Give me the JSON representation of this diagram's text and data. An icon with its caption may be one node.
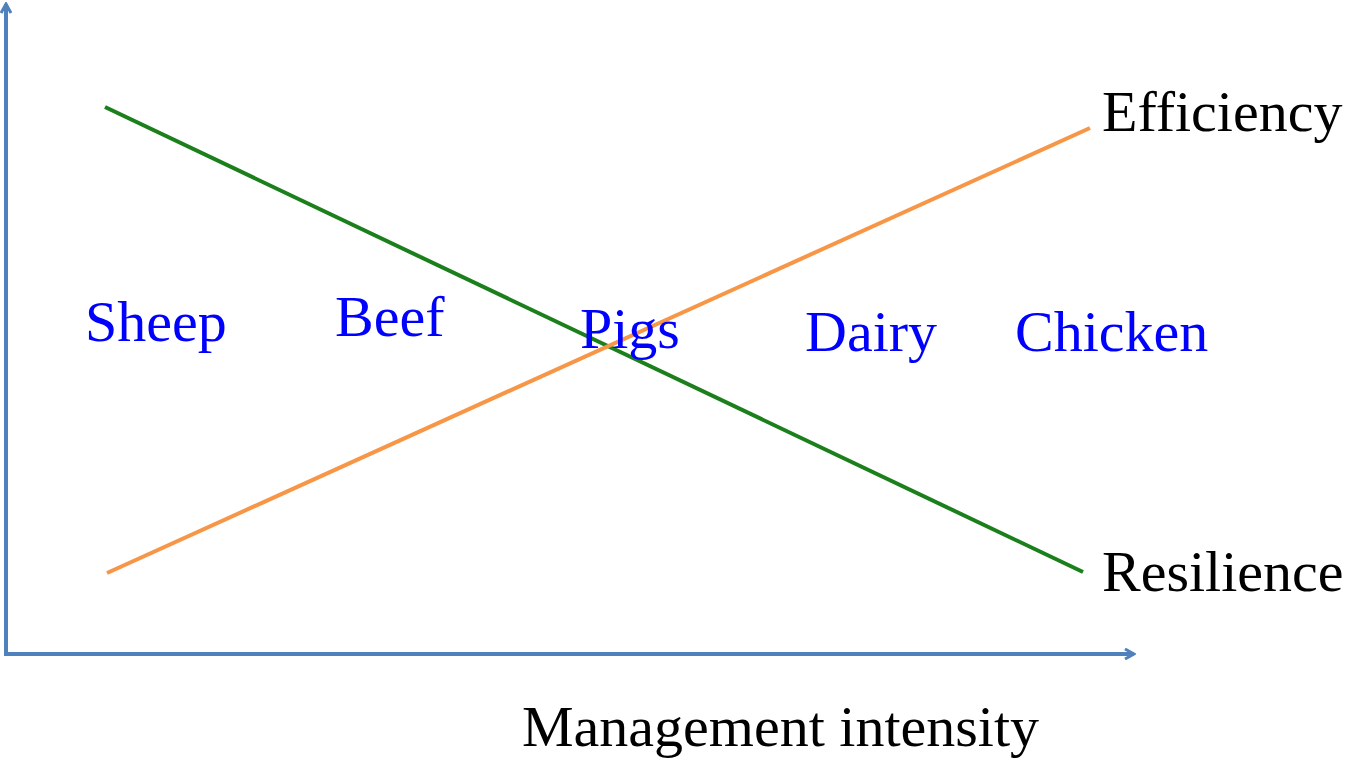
{
  "diagram": {
    "labels": [
      "Efficiency",
      "Sheep",
      "Beef",
      "Pigs",
      "Dairy",
      "Chicken",
      "Resilience",
      "Management intensity"
    ]
  }
}
